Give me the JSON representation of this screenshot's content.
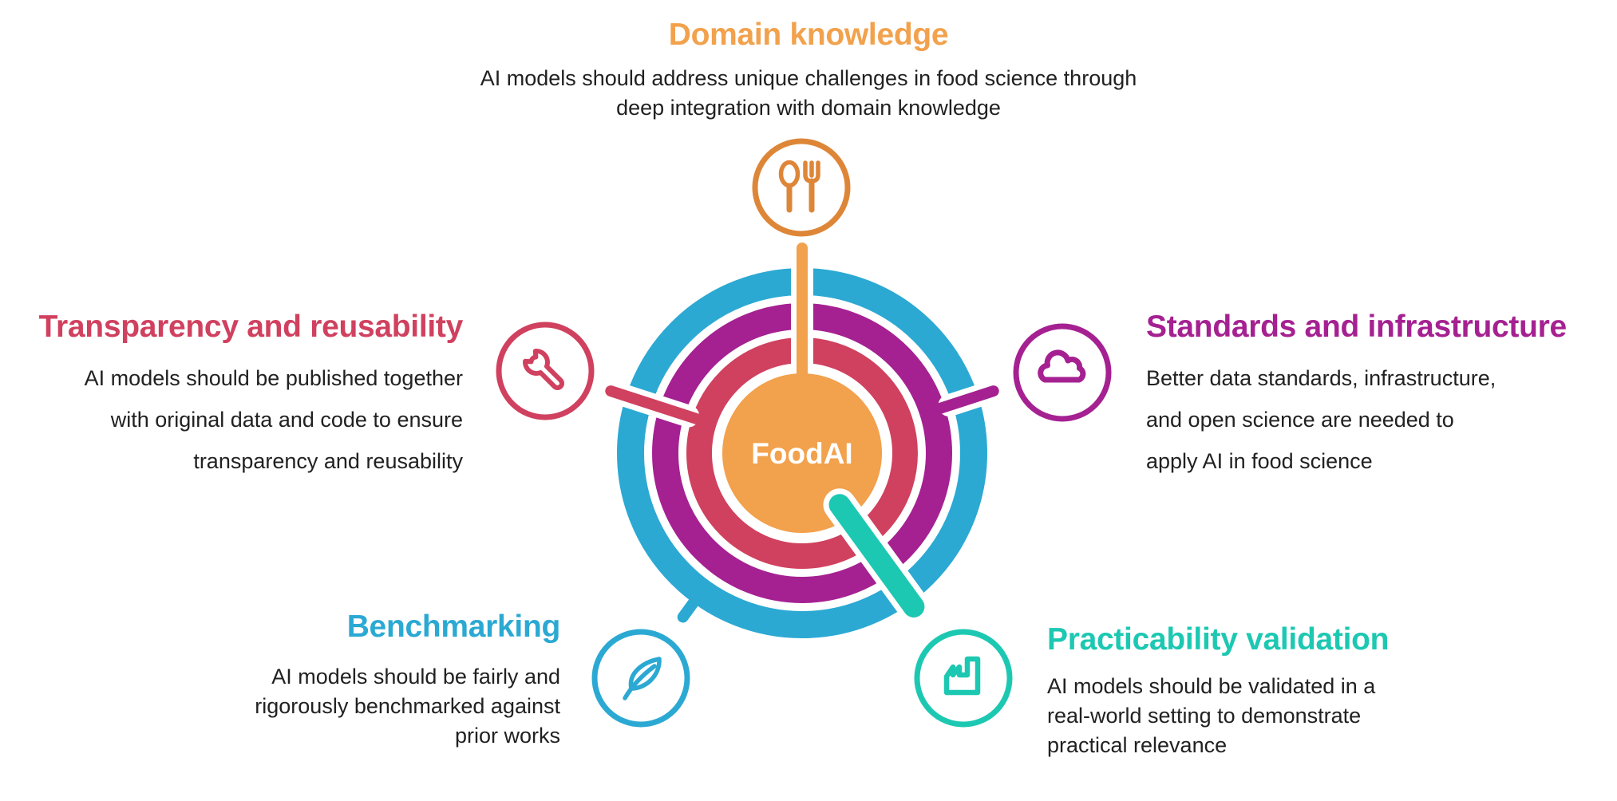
{
  "colors": {
    "orange": "#F2A14C",
    "orange_icon": "#DE8638",
    "crimson": "#D0415F",
    "magenta": "#A52191",
    "cyan": "#2BA9D3",
    "teal": "#1DC8B2",
    "ink": "#212121"
  },
  "diagram": {
    "center_label": "FoodAI"
  },
  "sections": {
    "domain_knowledge": {
      "title": "Domain knowledge",
      "description": "AI models should address unique challenges in food science through\ndeep integration with domain knowledge",
      "icon": "utensils-icon",
      "color": "#F2A14C"
    },
    "transparency": {
      "title": "Transparency and reusability",
      "description": "AI models should be published together\nwith original data and code to ensure\ntransparency and reusability",
      "icon": "wrench-icon",
      "color": "#D0415F"
    },
    "standards": {
      "title": "Standards and infrastructure",
      "description": "Better data standards, infrastructure,\nand open science are needed to\napply AI in food science",
      "icon": "cloud-icon",
      "color": "#A52191"
    },
    "benchmarking": {
      "title": "Benchmarking",
      "description": "AI models should be fairly and\nrigorously benchmarked against\nprior works",
      "icon": "leaf-icon",
      "color": "#2BA9D3"
    },
    "practicability": {
      "title": "Practicability validation",
      "description": "AI models should be validated in a\nreal-world setting to demonstrate\npractical relevance",
      "icon": "factory-icon",
      "color": "#1DC8B2"
    }
  }
}
